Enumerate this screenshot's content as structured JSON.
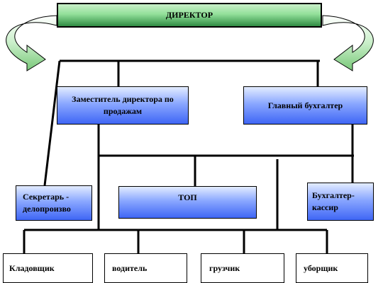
{
  "director": "ДИРЕКТОР",
  "deputy_sales": "Заместитель директора по продажам",
  "chief_accountant": "Главный бухгалтер",
  "secretary": "Секретарь - делопроизво",
  "top": "ТОП",
  "accountant_cashier": "Бухгалтер-кассир",
  "storekeeper": "Кладовщик",
  "driver": "водитель",
  "loader": "грузчик",
  "cleaner": "уборщик",
  "colors": {
    "director_fill": "#93e09a",
    "role_fill": "#6a89ff",
    "arrow_fill": "#c9efc9",
    "line": "#000000"
  }
}
